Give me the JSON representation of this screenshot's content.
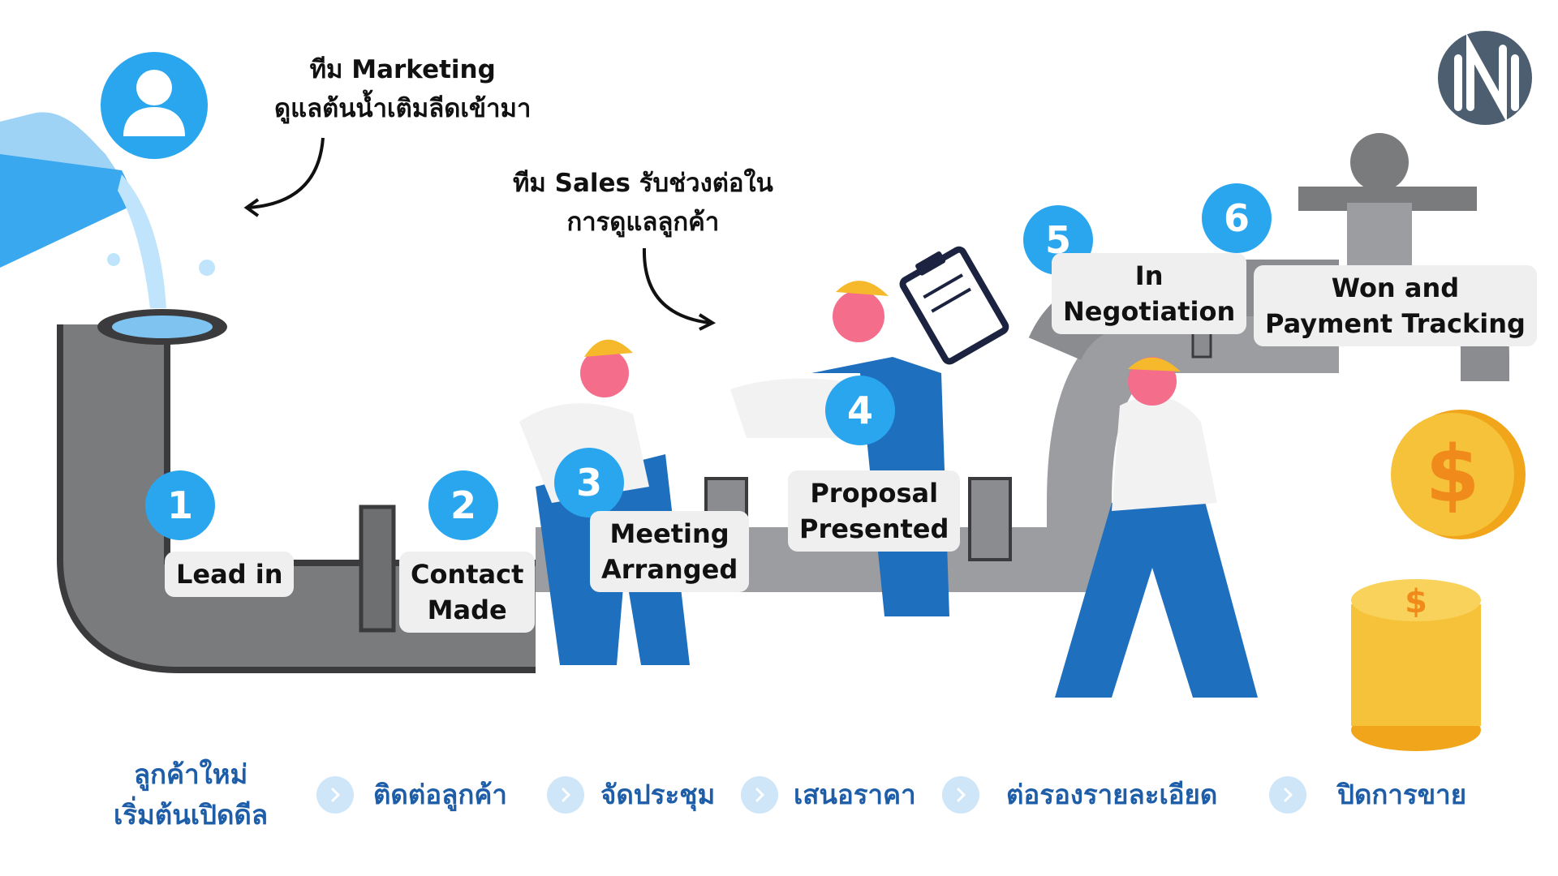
{
  "notes": {
    "marketing": [
      "ทีม Marketing",
      "ดูแลต้นน้ำเติมลีดเข้ามา"
    ],
    "sales": [
      "ทีม Sales รับช่วงต่อใน",
      "การดูแลลูกค้า"
    ]
  },
  "stages": [
    {
      "number": "1",
      "lines": [
        "Lead in"
      ]
    },
    {
      "number": "2",
      "lines": [
        "Contact",
        "Made"
      ]
    },
    {
      "number": "3",
      "lines": [
        "Meeting",
        "Arranged"
      ]
    },
    {
      "number": "4",
      "lines": [
        "Proposal",
        "Presented"
      ]
    },
    {
      "number": "5",
      "lines": [
        "In",
        "Negotiation"
      ]
    },
    {
      "number": "6",
      "lines": [
        "Won and",
        "Payment Tracking"
      ]
    }
  ],
  "bottom_steps": [
    [
      "ลูกค้าใหม่",
      "เริ่มต้นเปิดดีล"
    ],
    [
      "ติดต่อลูกค้า"
    ],
    [
      "จัดประชุม"
    ],
    [
      "เสนอราคา"
    ],
    [
      "ต่อรองรายละเอียด"
    ],
    [
      "ปิดการขาย"
    ]
  ],
  "logo": {
    "alt": "brand logo"
  },
  "colors": {
    "accent_blue": "#2aa6ef",
    "bottom_text": "#1e5ea8",
    "pipe": "#7a7b7d",
    "coin": "#f6b92b",
    "uniform": "#1f6fbf",
    "logo_bg": "#4d5e70"
  },
  "icons": [
    "user-icon",
    "water-jug-icon",
    "faucet-icon",
    "clipboard-icon",
    "dollar-coin-icon",
    "coin-stack-icon",
    "chevron-right-icon"
  ]
}
